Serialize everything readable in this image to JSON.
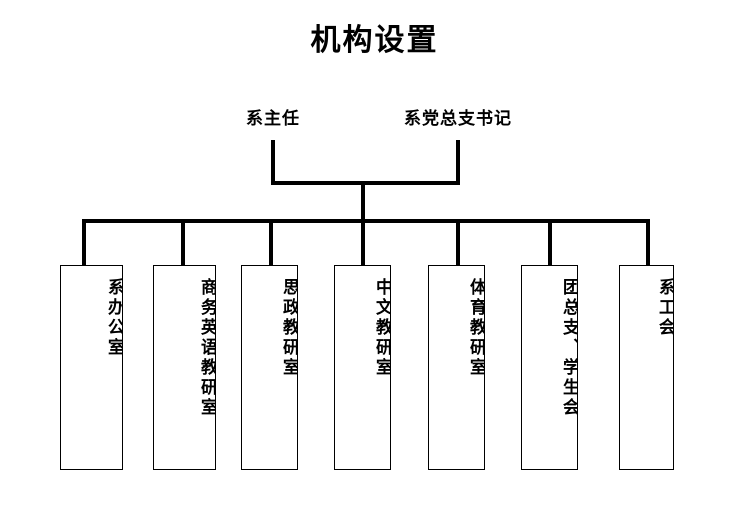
{
  "title": "机构设置",
  "top_level": {
    "roles": [
      {
        "label": "系主任"
      },
      {
        "label": "系党总支书记"
      }
    ]
  },
  "units": [
    {
      "label": "系办公室"
    },
    {
      "label": "商务英语教研室"
    },
    {
      "label": "思政教研室"
    },
    {
      "label": "中文教研室"
    },
    {
      "label": "体育教研室"
    },
    {
      "label": "团总支、学生会"
    },
    {
      "label": "系工会"
    }
  ],
  "colors": {
    "background": "#ffffff",
    "line": "#000000",
    "text": "#000000",
    "box_border": "#000000",
    "box_fill": "#ffffff"
  },
  "chart_data": {
    "type": "diagram",
    "diagram_kind": "organizational-chart",
    "title": "机构设置",
    "orientation": "top-down",
    "levels": [
      {
        "level": 1,
        "nodes": [
          "系主任",
          "系党总支书记"
        ],
        "shape": "text-only"
      },
      {
        "level": 2,
        "nodes": [
          "系办公室",
          "商务英语教研室",
          "思政教研室",
          "中文教研室",
          "体育教研室",
          "团总支、学生会",
          "系工会"
        ],
        "shape": "tall-vertical-rectangle",
        "text_direction": "vertical"
      }
    ],
    "edges": [
      {
        "from": "系主任",
        "to": "系办公室"
      },
      {
        "from": "系主任",
        "to": "商务英语教研室"
      },
      {
        "from": "系主任",
        "to": "思政教研室"
      },
      {
        "from": "系主任",
        "to": "中文教研室"
      },
      {
        "from": "系主任",
        "to": "体育教研室"
      },
      {
        "from": "系主任",
        "to": "团总支、学生会"
      },
      {
        "from": "系主任",
        "to": "系工会"
      },
      {
        "from": "系党总支书记",
        "to": "系办公室"
      },
      {
        "from": "系党总支书记",
        "to": "商务英语教研室"
      },
      {
        "from": "系党总支书记",
        "to": "思政教研室"
      },
      {
        "from": "系党总支书记",
        "to": "中文教研室"
      },
      {
        "from": "系党总支书记",
        "to": "体育教研室"
      },
      {
        "from": "系党总支书记",
        "to": "团总支、学生会"
      },
      {
        "from": "系党总支书记",
        "to": "系工会"
      }
    ]
  }
}
